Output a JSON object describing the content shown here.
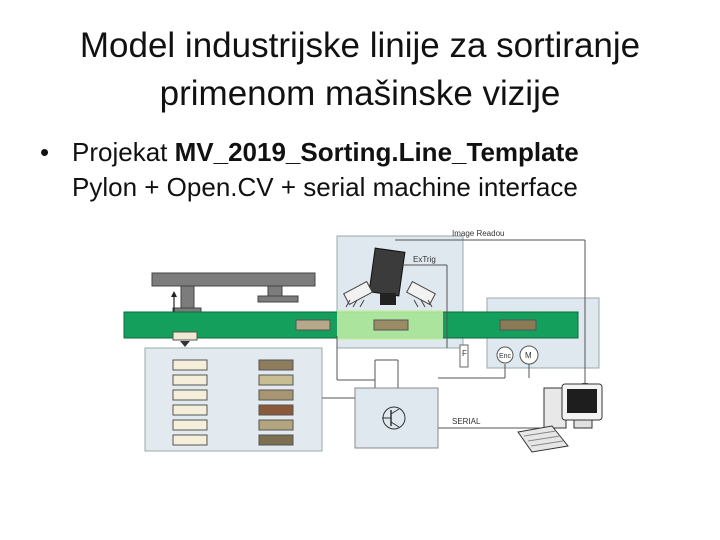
{
  "slide": {
    "title_line1": "Model industrijske linije za sortiranje",
    "title_line2": "primenom mašinske vizije",
    "bullet_prefix": "Projekat ",
    "bullet_bold": "MV_2019_Sorting.Line_Template",
    "bullet_line2": "Pylon + Open.CV + serial machine interface"
  },
  "diagram": {
    "image_readout_label": "Image Readou",
    "extrig_label": "ExTrig",
    "serial_label": "SERIAL",
    "f_label": "F",
    "enc_label": "Enc",
    "m_label": "M"
  }
}
